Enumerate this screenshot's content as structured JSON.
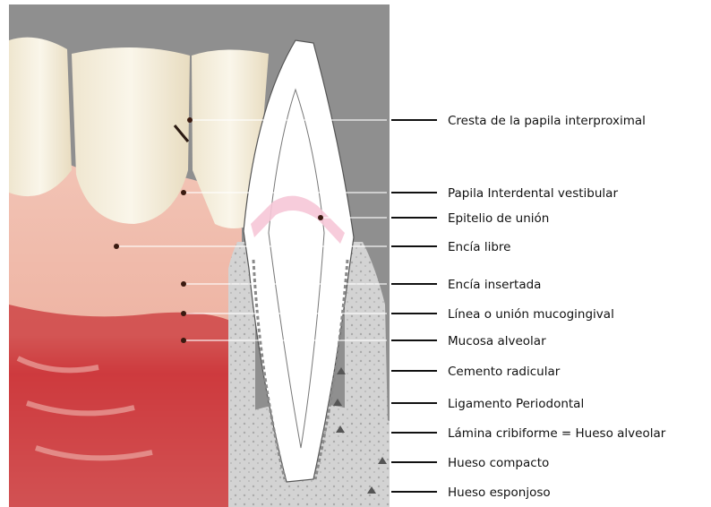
{
  "colors": {
    "gum": "#efb9ab",
    "mucosa": "#c92a2c",
    "tooth": "#f4efe1",
    "background": "#8f8f8f",
    "bone": "#cfcfcf",
    "epithelium": "#f6c6d7"
  },
  "labels": [
    "Cresta de la papila interproximal",
    "Papila Interdental vestibular",
    "Epitelio de unión",
    "Encía libre",
    "Encía insertada",
    "Línea o unión mucogingival",
    "Mucosa alveolar",
    "Cemento radicular",
    "Ligamento Periodontal",
    "Lámina cribiforme = Hueso alveolar",
    "Hueso compacto",
    "Hueso esponjoso"
  ]
}
